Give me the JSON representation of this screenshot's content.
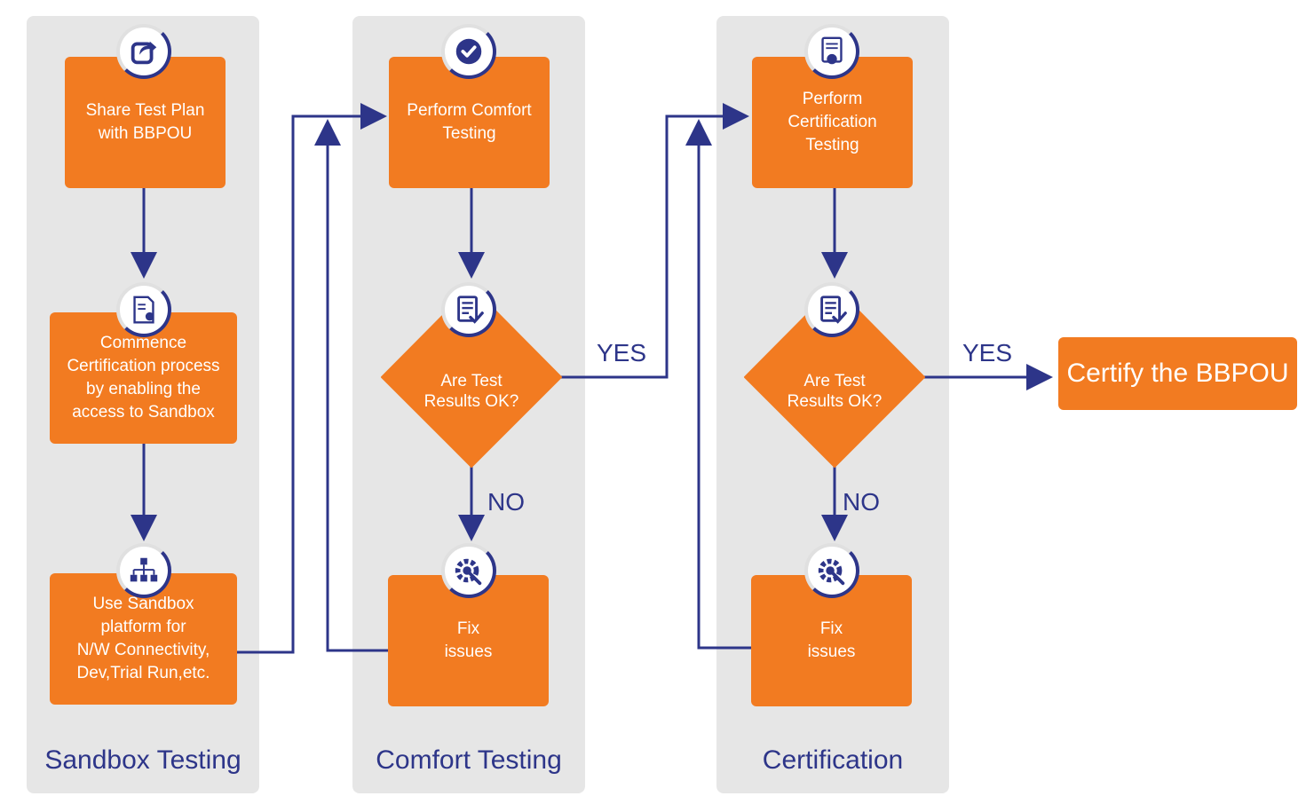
{
  "lanes": [
    {
      "title": "Sandbox Testing"
    },
    {
      "title": "Comfort Testing"
    },
    {
      "title": "Certification"
    }
  ],
  "sandbox": {
    "step1": "Share Test Plan\nwith BBPOU",
    "step2": "Commence\nCertification process\nby enabling the\naccess to Sandbox",
    "step3": "Use Sandbox\nplatform for\nN/W Connectivity,\nDev,Trial Run,etc."
  },
  "comfort": {
    "perform": "Perform Comfort\nTesting",
    "decision": "Are Test\nResults OK?",
    "fix": "Fix\nissues"
  },
  "certification": {
    "perform": "Perform\nCertification\nTesting",
    "decision": "Are Test\nResults OK?",
    "fix": "Fix\nissues"
  },
  "branches": {
    "yes": "YES",
    "no": "NO"
  },
  "final": {
    "label": "Certify the BBPOU"
  },
  "icons": {
    "share": "share-icon",
    "document": "certificate-document-icon",
    "hierarchy": "hierarchy-icon",
    "check": "checkmark-icon",
    "checklist": "checklist-icon",
    "settings": "gear-wrench-icon",
    "certificate": "certificate-icon"
  },
  "colors": {
    "orange": "#f27b21",
    "navy": "#2d3589",
    "lane": "#e6e6e6"
  }
}
